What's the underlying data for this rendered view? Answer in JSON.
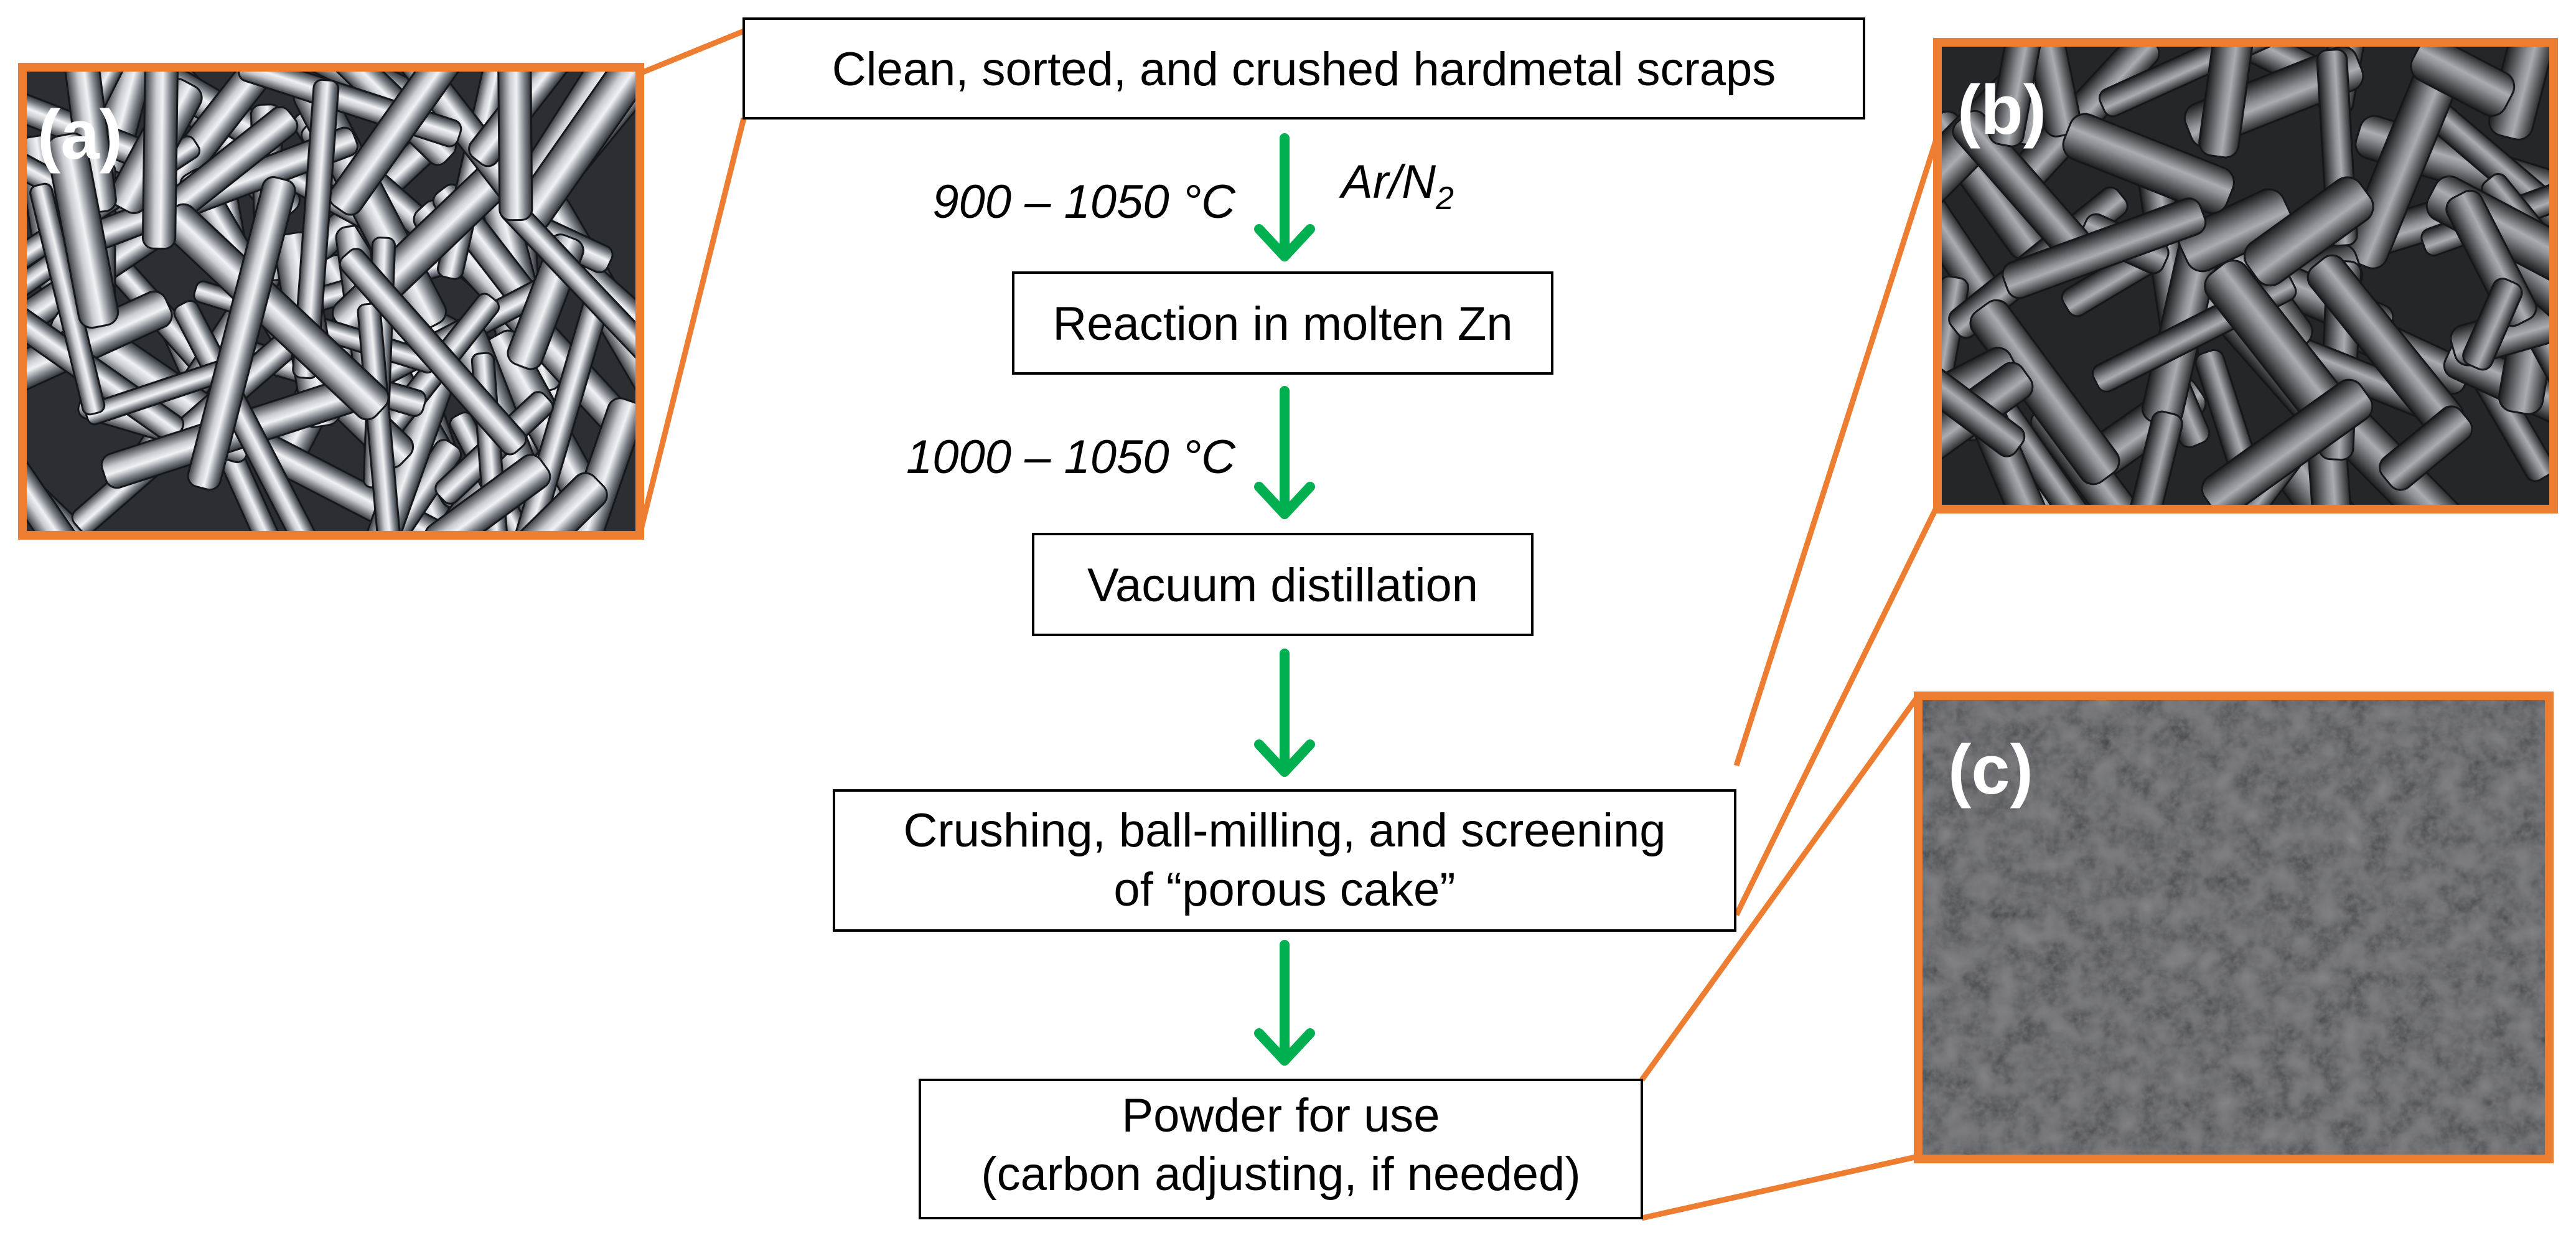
{
  "colors": {
    "accent_orange": "#ED7D31",
    "arrow_green": "#00B050",
    "box_border": "#000000"
  },
  "steps": [
    {
      "line1": "Clean, sorted, and crushed hardmetal scraps",
      "line2": ""
    },
    {
      "line1": "Reaction in molten Zn",
      "line2": ""
    },
    {
      "line1": "Vacuum distillation",
      "line2": ""
    },
    {
      "line1": "Crushing, ball-milling, and screening",
      "line2": "of “porous cake”"
    },
    {
      "line1": "Powder for use",
      "line2": "(carbon adjusting, if needed)"
    }
  ],
  "conditions": {
    "step1_temperature": "900 – 1050 °C",
    "step1_atmosphere": "Ar/N",
    "step1_atmosphere_subscript": "2",
    "step2_temperature": "1000 – 1050 °C"
  },
  "panels": [
    {
      "label": "(a)",
      "content": "photo of metallic hardmetal cutting tool scraps",
      "icon": "scrap-tools-photo"
    },
    {
      "label": "(b)",
      "content": "photo of dark porous cake pieces",
      "icon": "porous-cake-photo"
    },
    {
      "label": "(c)",
      "content": "photo of grey powder",
      "icon": "powder-photo"
    }
  ]
}
